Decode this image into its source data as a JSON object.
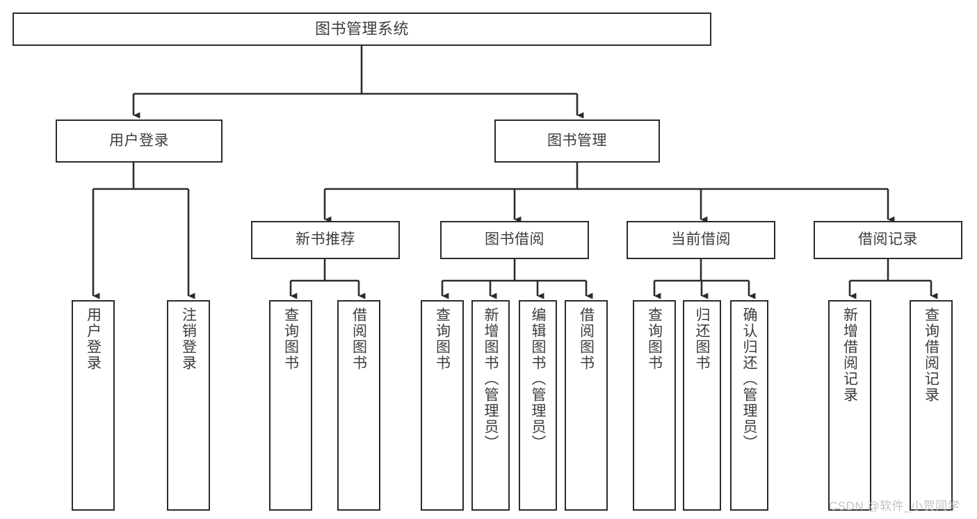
{
  "diagram": {
    "title": "图书管理系统",
    "type": "tree-hierarchy",
    "root": {
      "label": "图书管理系统"
    },
    "level2": [
      {
        "label": "用户登录"
      },
      {
        "label": "图书管理"
      }
    ],
    "level3": [
      {
        "label": "新书推荐"
      },
      {
        "label": "图书借阅"
      },
      {
        "label": "当前借阅"
      },
      {
        "label": "借阅记录"
      }
    ],
    "leaves": {
      "user_login": [
        {
          "label": "用户登录"
        },
        {
          "label": "注销登录"
        }
      ],
      "new_book_recommend": [
        {
          "label": "查询图书"
        },
        {
          "label": "借阅图书"
        }
      ],
      "book_borrow": [
        {
          "label": "查询图书"
        },
        {
          "label": "新增图书（管理员）"
        },
        {
          "label": "编辑图书（管理员）"
        },
        {
          "label": "借阅图书"
        }
      ],
      "current_borrow": [
        {
          "label": "查询图书"
        },
        {
          "label": "归还图书"
        },
        {
          "label": "确认归还（管理员）"
        }
      ],
      "borrow_record": [
        {
          "label": "新增借阅记录"
        },
        {
          "label": "查询借阅记录"
        }
      ]
    }
  },
  "watermark": {
    "text": "CSDN @软件_小贺同学"
  },
  "colors": {
    "border": "#2b2b2b",
    "text": "#3c3c3c",
    "background": "#ffffff",
    "watermark": "#c2c2c2"
  }
}
